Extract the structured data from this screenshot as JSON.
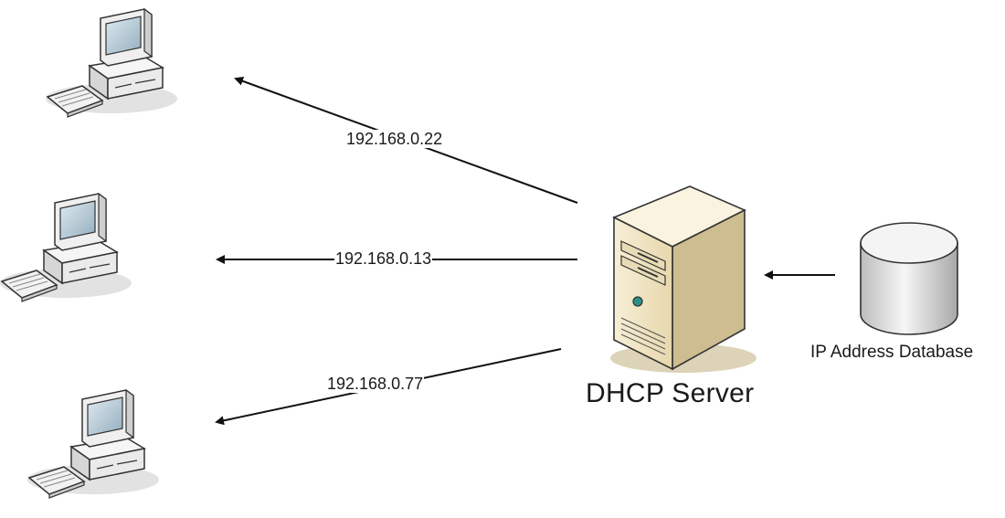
{
  "diagram": {
    "server": {
      "label": "DHCP Server",
      "icon": "server-tower-icon"
    },
    "database": {
      "label": "IP Address Database",
      "icon": "database-cylinder-icon"
    },
    "clients": [
      {
        "ip": "192.168.0.22",
        "icon": "desktop-computer-icon"
      },
      {
        "ip": "192.168.0.13",
        "icon": "desktop-computer-icon"
      },
      {
        "ip": "192.168.0.77",
        "icon": "desktop-computer-icon"
      }
    ],
    "colors": {
      "arrow": "#111111",
      "server_body": "#efe4c4",
      "server_side": "#c9b98c",
      "pc_body": "#eeeeee",
      "pc_screen": "#b9cdd9",
      "database": "#e6e6e6"
    }
  }
}
